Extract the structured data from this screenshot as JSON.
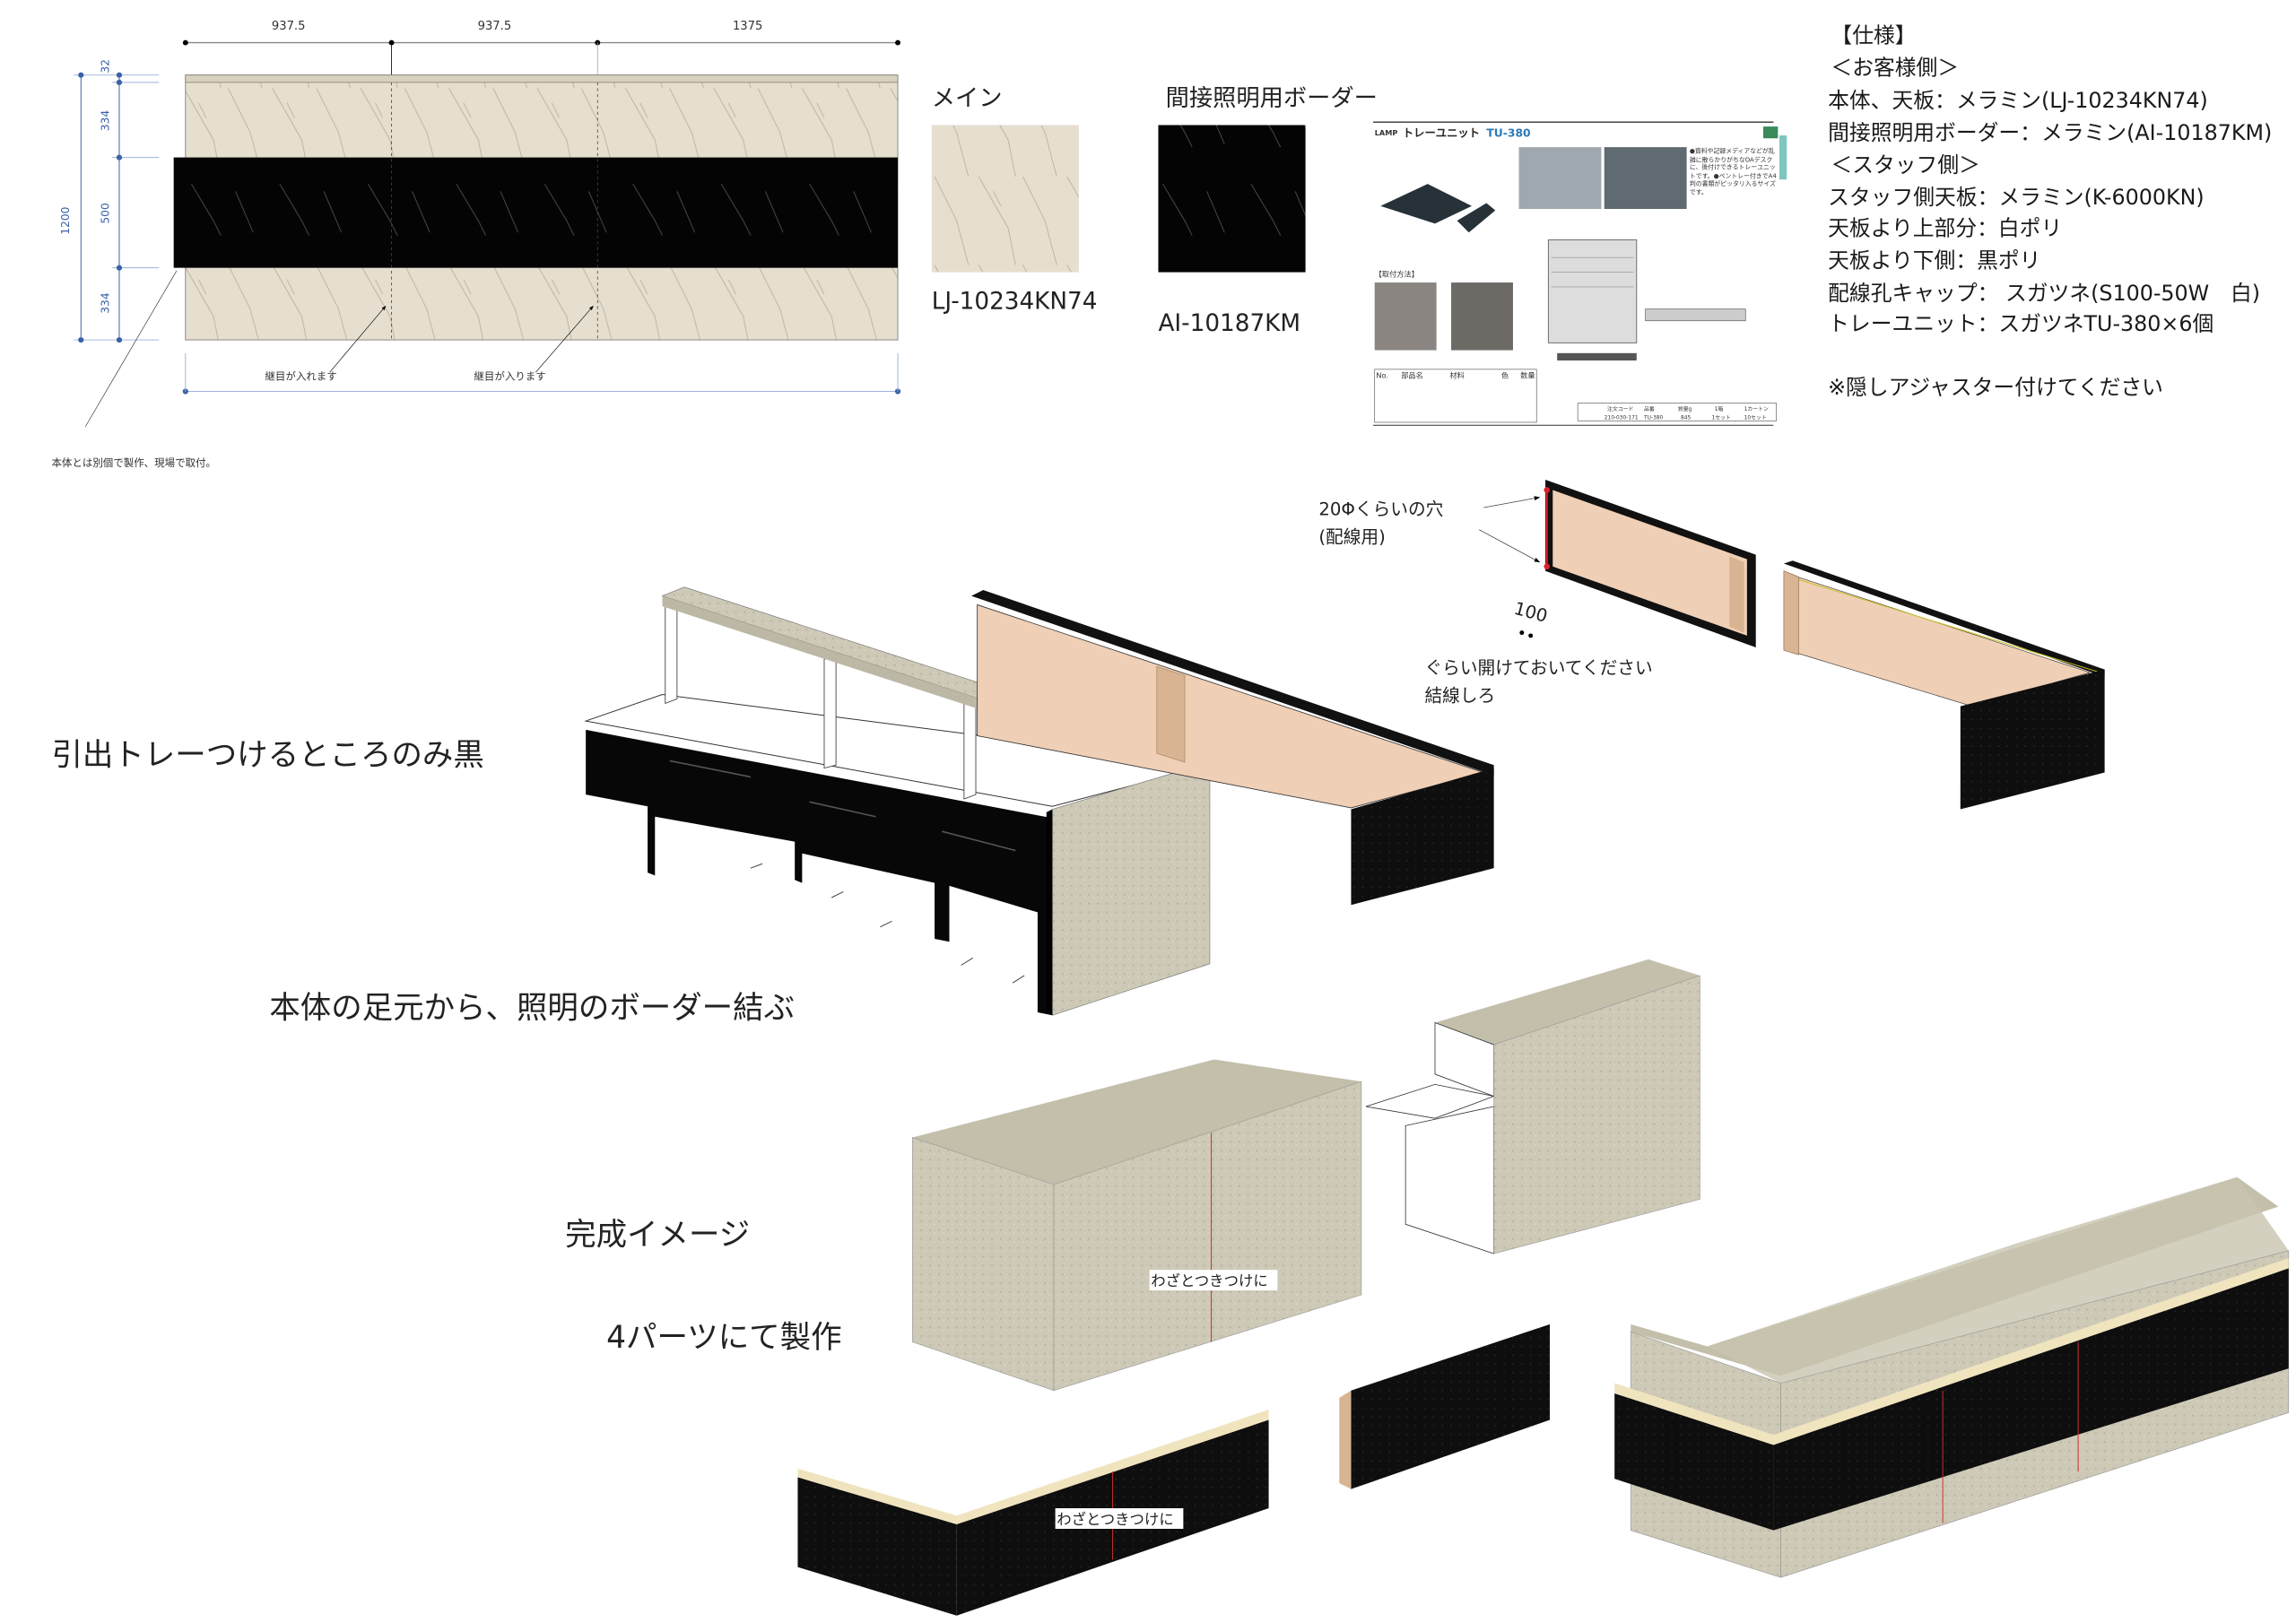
{
  "elevation": {
    "widths": [
      "937.5",
      "937.5",
      "1375"
    ],
    "heights": [
      "32",
      "334",
      "500",
      "334"
    ],
    "total_height": "1200",
    "joint_notes": [
      "継目が入れます",
      "継目が入ります"
    ],
    "side_note": "本体とは別個で製作、現場で取付。"
  },
  "swatches": [
    {
      "title": "メイン",
      "code": "LJ-10234KN74",
      "color": "#e4ddcd"
    },
    {
      "title": "間接照明用ボーダー",
      "code": "AI-10187KM",
      "color": "#050505"
    }
  ],
  "catalog": {
    "brand": "LAMP",
    "title": "トレーユニット",
    "model": "TU-380",
    "description": "●資料や記録メディアなどが乱雑に散らかりがちなOAデスクに、後付けできるトレーユニットです。●ペントレー付きでA4判の書類がピッタリ入るサイズです。",
    "install_label": "【取付方法】",
    "table_headers": [
      "No.",
      "部品名",
      "材料",
      "色",
      "数量"
    ],
    "order_headers": [
      "注文コード",
      "品番",
      "質量g",
      "1箱",
      "1カートン"
    ],
    "order_row": [
      "210-030-171",
      "TU-380",
      "845",
      "1セット",
      "10セット"
    ]
  },
  "spec": {
    "lines": [
      "【仕様】",
      "＜お客様側＞",
      "本体、天板：メラミン(LJ-10234KN74)",
      "間接照明用ボーダー：メラミン(AI-10187KM)",
      "＜スタッフ側＞",
      "スタッフ側天板：メラミン(K-6000KN)",
      "天板より上部分：白ポリ",
      "天板より下側：黒ポリ",
      "配線孔キャップ： スガツネ(S100-50W　白)",
      "トレーユニット：スガツネTU-380×6個",
      "※隠しアジャスター付けてください"
    ]
  },
  "annotations": {
    "hole_line1": "20Φくらいの穴",
    "hole_line2": "(配線用)",
    "hole_dim": "100",
    "open_note": "ぐらい開けておいてください",
    "wire_note": "結線しろ",
    "tray_black": "引出トレーつけるところのみ黒",
    "border_connect": "本体の足元から、照明のボーダー結ぶ",
    "completed": "完成イメージ",
    "four_parts": "4パーツにて製作",
    "butt_joint_1": "わざとつきつけに",
    "butt_joint_2": "わざとつきつけに"
  },
  "colors": {
    "beige": "#cfcbb8",
    "black": "#0c0c0c",
    "peach": "#efcfb5",
    "dim_blue": "#3a62a8"
  }
}
